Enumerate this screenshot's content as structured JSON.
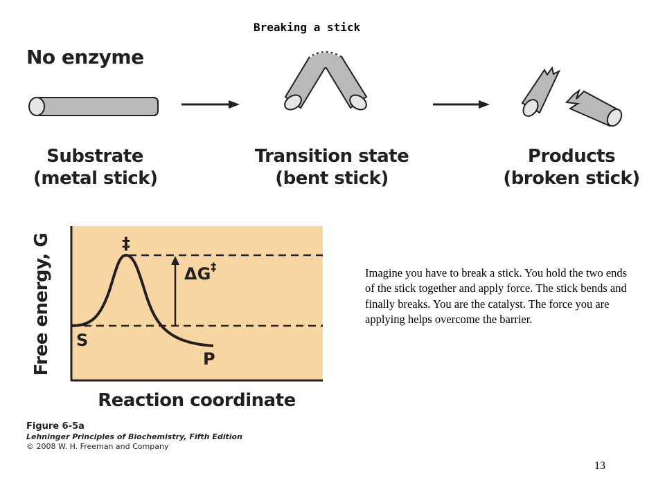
{
  "slide_title": "Breaking a stick",
  "heading": "No enzyme",
  "stages": [
    {
      "line1": "Substrate",
      "line2": "(metal stick)"
    },
    {
      "line1": "Transition state",
      "line2": "(bent stick)"
    },
    {
      "line1": "Products",
      "line2": "(broken stick)"
    }
  ],
  "graph": {
    "y_axis_label": "Free energy, G",
    "x_axis_label": "Reaction coordinate",
    "transition_symbol": "‡",
    "delta_g_label": "ΔG",
    "delta_g_superscript": "‡",
    "substrate_label": "S",
    "product_label": "P"
  },
  "description": "Imagine you have to break a stick. You hold the two ends of the stick together and apply force. The stick bends and finally breaks. You are the catalyst. The force you are applying helps overcome the barrier.",
  "caption": {
    "figure": "Figure 6-5a",
    "book": "Lehninger Principles of Biochemistry, Fifth Edition",
    "copyright": "© 2008 W. H. Freeman and Company"
  },
  "page_number": "13",
  "colors": {
    "stick_fill": "#b8b9bb",
    "stick_end": "#e6e6e7",
    "graph_background": "#f8d6a4",
    "ink": "#231f20"
  }
}
